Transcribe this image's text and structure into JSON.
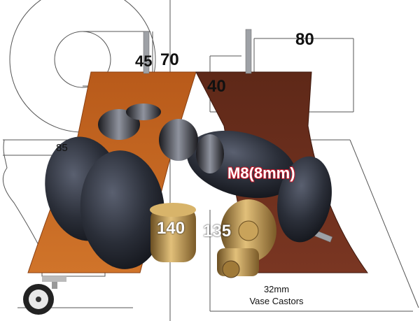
{
  "colors": {
    "oak": "#c2621f",
    "walnut": "#6a2e1e",
    "black_wheel": "#2a2e38",
    "brass": "#b58a45",
    "thread_label_outline": "#c0182a",
    "line": "#555555"
  },
  "dimensions": {
    "diameter_top": "45",
    "height": "70",
    "top_width_square": "80",
    "top_depth_square": "40",
    "diameter_turned": "85",
    "height_left_castor": "140",
    "height_right_castor": "135",
    "thread_size": "M8(8mm)"
  },
  "caption": {
    "line1": "32mm",
    "line2": "Vase Castors"
  },
  "icons": [
    "castor-wheel-icon"
  ]
}
